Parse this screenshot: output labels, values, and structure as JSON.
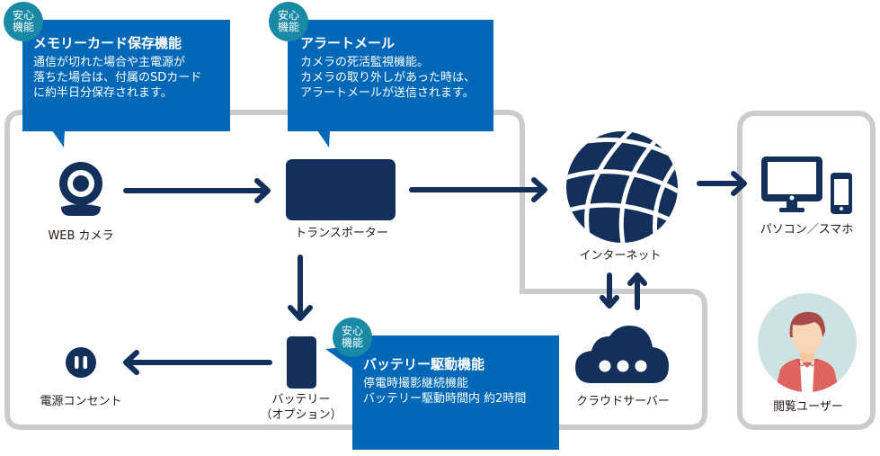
{
  "colors": {
    "navy": "#13305a",
    "callout_blue": "#0068b7",
    "badge_teal": "#1a89a6",
    "frame_gray": "#cccccc",
    "avatar_bg": "#cde3e3",
    "shirt_red": "#df6460",
    "hair": "#a8494b",
    "skin": "#f9d7b6"
  },
  "badge": {
    "line1": "安心",
    "line2": "機能"
  },
  "callouts": {
    "memory": {
      "title": "メモリーカード保存機能",
      "lines": [
        "通信が切れた場合や主電源が",
        "落ちた場合は、付属のSDカード",
        "に約半日分保存されます。"
      ]
    },
    "alert": {
      "title": "アラートメール",
      "lines": [
        "カメラの死活監視機能。",
        "カメラの取り外しがあった時は、",
        "アラートメールが送信されます。"
      ]
    },
    "battery": {
      "title": "バッテリー駆動機能",
      "lines": [
        "停電時撮影継続機能",
        "バッテリー駆動時間内 約2時間"
      ]
    }
  },
  "nodes": {
    "webcam": {
      "label": "WEB カメラ",
      "icon": "webcam-icon"
    },
    "transporter": {
      "label": "トランスポーター",
      "icon": "transporter-icon"
    },
    "internet": {
      "label": "インターネット",
      "icon": "globe-icon"
    },
    "pc_phone": {
      "label": "パソコン／スマホ",
      "icon": "monitor-smartphone-icon"
    },
    "battery": {
      "label_line1": "バッテリー",
      "label_line2": "（オプション）",
      "icon": "battery-icon"
    },
    "outlet": {
      "label": "電源コンセント",
      "icon": "power-outlet-icon"
    },
    "cloud": {
      "label": "クラウドサーバー",
      "icon": "cloud-server-icon"
    },
    "viewer": {
      "label": "閲覧ユーザー",
      "icon": "user-avatar-icon"
    }
  }
}
